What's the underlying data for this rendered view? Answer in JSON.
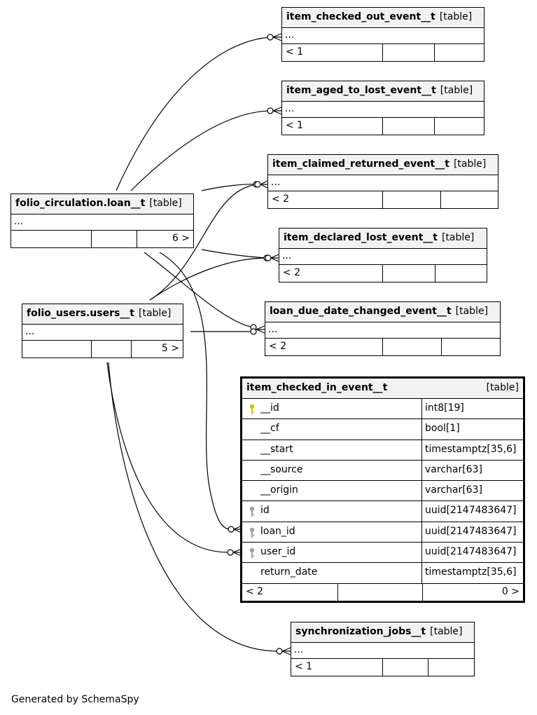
{
  "tables": {
    "item_checked_out": {
      "name": "item_checked_out_event__t",
      "kind": "[table]",
      "dots": "...",
      "foot": [
        "< 1",
        "",
        ""
      ]
    },
    "item_aged_to_lost": {
      "name": "item_aged_to_lost_event__t",
      "kind": "[table]",
      "dots": "...",
      "foot": [
        "< 1",
        "",
        ""
      ]
    },
    "item_claimed_returned": {
      "name": "item_claimed_returned_event__t",
      "kind": "[table]",
      "dots": "...",
      "foot": [
        "< 2",
        "",
        ""
      ]
    },
    "loan": {
      "name": "folio_circulation.loan__t",
      "kind": "[table]",
      "dots": "...",
      "foot": [
        "",
        "",
        "6 >"
      ]
    },
    "item_declared_lost": {
      "name": "item_declared_lost_event__t",
      "kind": "[table]",
      "dots": "...",
      "foot": [
        "< 2",
        "",
        ""
      ]
    },
    "users": {
      "name": "folio_users.users__t",
      "kind": "[table]",
      "dots": "...",
      "foot": [
        "",
        "",
        "5 >"
      ]
    },
    "loan_due_date_changed": {
      "name": "loan_due_date_changed_event__t",
      "kind": "[table]",
      "dots": "...",
      "foot": [
        "< 2",
        "",
        ""
      ]
    },
    "synchronization_jobs": {
      "name": "synchronization_jobs__t",
      "kind": "[table]",
      "dots": "...",
      "foot": [
        "< 1",
        "",
        ""
      ]
    }
  },
  "focus_table": {
    "name": "item_checked_in_event__t",
    "kind": "[table]",
    "columns": [
      {
        "name": "__id",
        "type": "int8[19]",
        "key": "primary"
      },
      {
        "name": "__cf",
        "type": "bool[1]",
        "key": ""
      },
      {
        "name": "__start",
        "type": "timestamptz[35,6]",
        "key": ""
      },
      {
        "name": "__source",
        "type": "varchar[63]",
        "key": ""
      },
      {
        "name": "__origin",
        "type": "varchar[63]",
        "key": ""
      },
      {
        "name": "id",
        "type": "uuid[2147483647]",
        "key": "index"
      },
      {
        "name": "loan_id",
        "type": "uuid[2147483647]",
        "key": "index"
      },
      {
        "name": "user_id",
        "type": "uuid[2147483647]",
        "key": "index"
      },
      {
        "name": "return_date",
        "type": "timestamptz[35,6]",
        "key": ""
      }
    ],
    "foot": [
      "< 2",
      "",
      "0 >"
    ]
  },
  "footer_text": "Generated by SchemaSpy",
  "colors": {
    "primary_key": "#c8c800",
    "index_key": "#a0a0a0",
    "header_bg": "#f2f2f2"
  }
}
